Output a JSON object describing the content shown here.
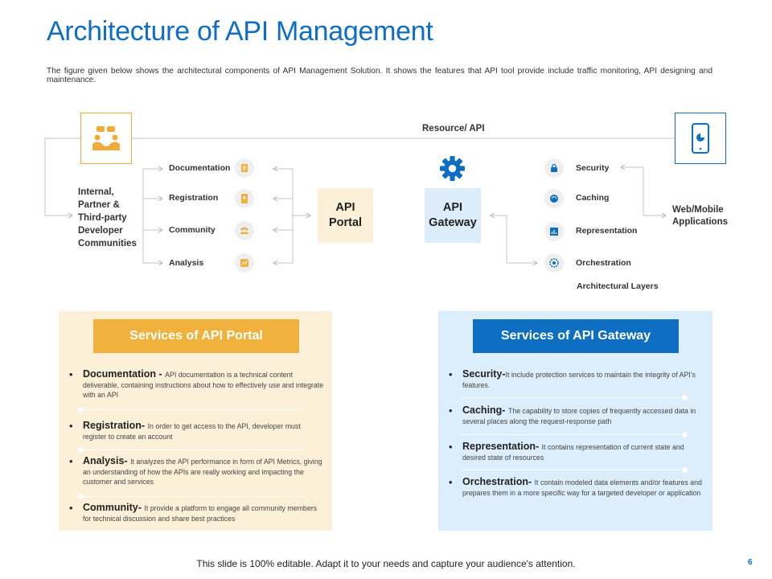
{
  "title": "Architecture of API Management",
  "subtitle": "The figure given below shows the architectural components of API Management Solution. It shows the features that API tool provide include traffic monitoring, API designing and maintenance.",
  "diagram": {
    "resource_label": "Resource/ API",
    "developer_lines": [
      "Internal,",
      "Partner &",
      "Third-party",
      "Developer",
      "Communities"
    ],
    "portal_features": [
      "Documentation",
      "Registration",
      "Community",
      "Analysis"
    ],
    "portal_box": [
      "API",
      "Portal"
    ],
    "gateway_box": [
      "API",
      "Gateway"
    ],
    "gateway_features": [
      "Security",
      "Caching",
      "Representation",
      "Orchestration"
    ],
    "architectural_layers": "Architectural Layers",
    "apps_lines": [
      "Web/Mobile",
      "Applications"
    ]
  },
  "portal_services": {
    "heading": "Services of API Portal",
    "items": [
      {
        "head": "Documentation - ",
        "text": "API documentation is a technical content deliverable, containing instructions about how to effectively use and integrate with an API"
      },
      {
        "head": "Registration- ",
        "text": "In order to get access to the API, developer must register to create an account"
      },
      {
        "head": "Analysis- ",
        "text": "It analyzes the API performance in form of API Metrics, giving an understanding of how the APIs are really working and impacting the customer and services"
      },
      {
        "head": "Community- ",
        "text": "It provide a platform to engage all community members for technical discussion and share best practices"
      }
    ]
  },
  "gateway_services": {
    "heading": "Services of  API Gateway",
    "items": [
      {
        "head": "Security-",
        "text": "It include protection services to maintain the integrity of API's features."
      },
      {
        "head": "Caching- ",
        "text": "The capability to store copies of frequently accessed data in several places along the request-response path"
      },
      {
        "head": "Representation- ",
        "text": "It contains representation of current state and desired state of resources"
      },
      {
        "head": "Orchestration- ",
        "text": "It contain modeled data elements and/or features and prepares them in a more specific way for a targeted developer or application"
      }
    ]
  },
  "footer": "This slide is 100% editable. Adapt it to your needs and capture your audience's attention.",
  "page_number": "6",
  "colors": {
    "blue": "#0d6ec2",
    "orange": "#f0b23d",
    "portal_bg": "#fdf0d8",
    "gateway_bg": "#dcedfc"
  }
}
